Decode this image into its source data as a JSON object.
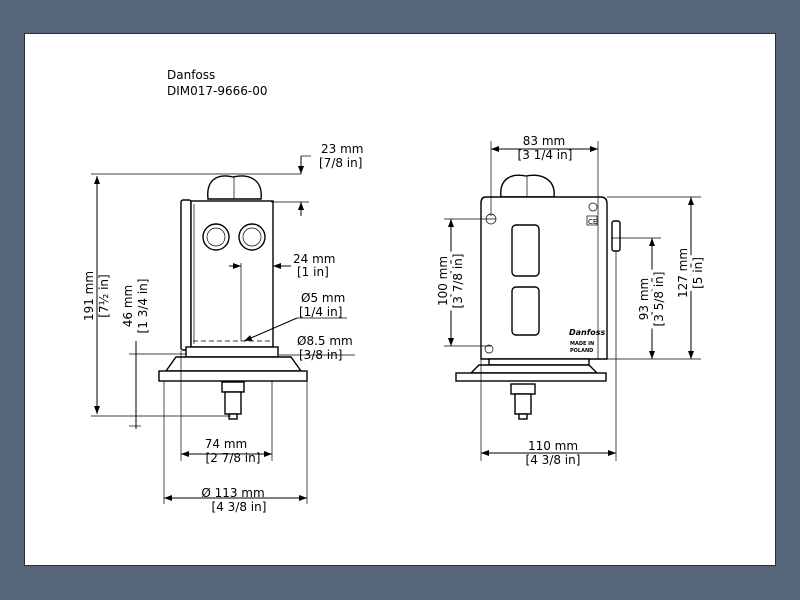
{
  "title": {
    "brand": "Danfoss",
    "code": "DIM017-9666-00"
  },
  "side_view": {
    "height_total": {
      "mm": "191 mm",
      "in": "[7½ in]"
    },
    "height_46": {
      "mm": "46 mm",
      "in": "[1 3/4 in]"
    },
    "cap_23": {
      "mm": "23 mm",
      "in": "[7/8 in]"
    },
    "offset_24": {
      "mm": "24 mm",
      "in": "[1 in]"
    },
    "hole_5": {
      "mm": "Ø5 mm",
      "in": "[1/4 in]"
    },
    "hole_8_5": {
      "mm": "Ø8.5 mm",
      "in": "[3/8 in]"
    },
    "width_74": {
      "mm": "74 mm",
      "in": "[2 7/8 in]"
    },
    "diam_113": {
      "mm": "Ø 113 mm",
      "in": "[4 3/8 in]"
    }
  },
  "front_view": {
    "width_83": {
      "mm": "83 mm",
      "in": "[3 1/4 in]"
    },
    "height_100": {
      "mm": "100 mm",
      "in": "[3 7/8 in]"
    },
    "height_93": {
      "mm": "93 mm",
      "in": "[3 5/8 in]"
    },
    "height_127": {
      "mm": "127 mm",
      "in": "[5 in]"
    },
    "width_110": {
      "mm": "110 mm",
      "in": "[4 3/8 in]"
    },
    "logo": {
      "brand": "Danfoss",
      "made_in": "MADE IN",
      "country": "POLAND"
    },
    "ce_mark": "CE"
  }
}
